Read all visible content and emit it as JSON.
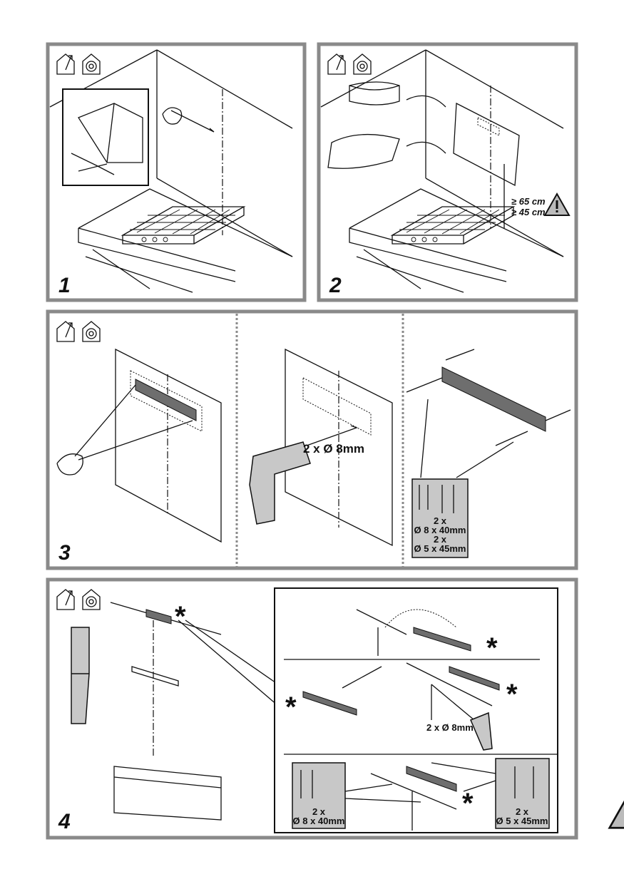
{
  "steps": [
    {
      "number": "1"
    },
    {
      "number": "2",
      "min_height_electric": "≥ 65 cm",
      "min_height_gas": "≥ 45 cm"
    },
    {
      "number": "3",
      "drill_label": "2 x Ø 8mm",
      "kit_qty_plugs": "2 x",
      "kit_plugs": "Ø 8 x 40mm",
      "kit_qty_screws": "2 x",
      "kit_screws": "Ø 5 x 45mm"
    },
    {
      "number": "4",
      "drill_label": "2 x Ø 8mm",
      "kit_qty_plugs": "2 x",
      "kit_plugs": "Ø 8 x 40mm",
      "kit_qty_screws": "2 x",
      "kit_screws": "Ø 5 x 45mm",
      "asterisk": "*"
    }
  ],
  "icons": [
    "ducted-mode-icon",
    "recirculation-mode-icon",
    "warning-triangle-icon"
  ],
  "colors": {
    "frame": "#8a8a8a",
    "kit_box": "#c8c8c8"
  }
}
